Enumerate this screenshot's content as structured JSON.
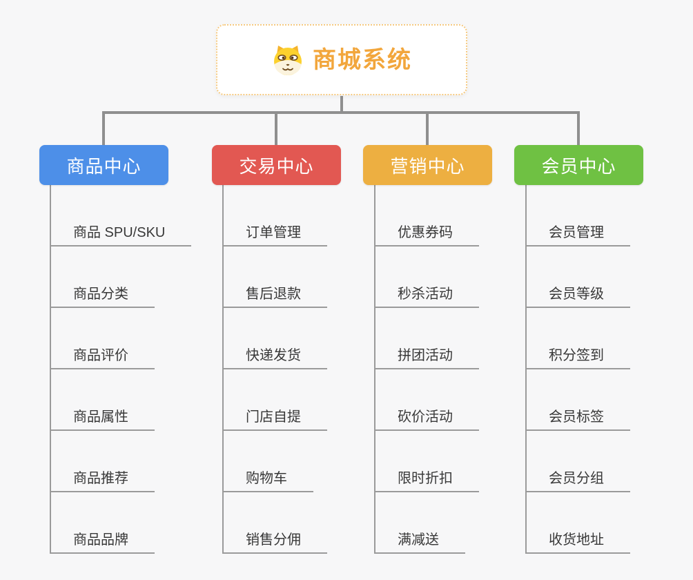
{
  "root": {
    "title": "商城系统",
    "accent_color": "#f2a63c",
    "icon": "dog-face-icon"
  },
  "connector_color": "#8f8f8f",
  "background_color": "#f7f7f8",
  "branches": [
    {
      "label": "商品中心",
      "color": "#4d8fe8",
      "children": [
        "商品 SPU/SKU",
        "商品分类",
        "商品评价",
        "商品属性",
        "商品推荐",
        "商品品牌"
      ]
    },
    {
      "label": "交易中心",
      "color": "#e25852",
      "children": [
        "订单管理",
        "售后退款",
        "快递发货",
        "门店自提",
        "购物车",
        "销售分佣"
      ]
    },
    {
      "label": "营销中心",
      "color": "#edaf41",
      "children": [
        "优惠券码",
        "秒杀活动",
        "拼团活动",
        "砍价活动",
        "限时折扣",
        "满减送"
      ]
    },
    {
      "label": "会员中心",
      "color": "#6fc143",
      "children": [
        "会员管理",
        "会员等级",
        "积分签到",
        "会员标签",
        "会员分组",
        "收货地址"
      ]
    }
  ]
}
